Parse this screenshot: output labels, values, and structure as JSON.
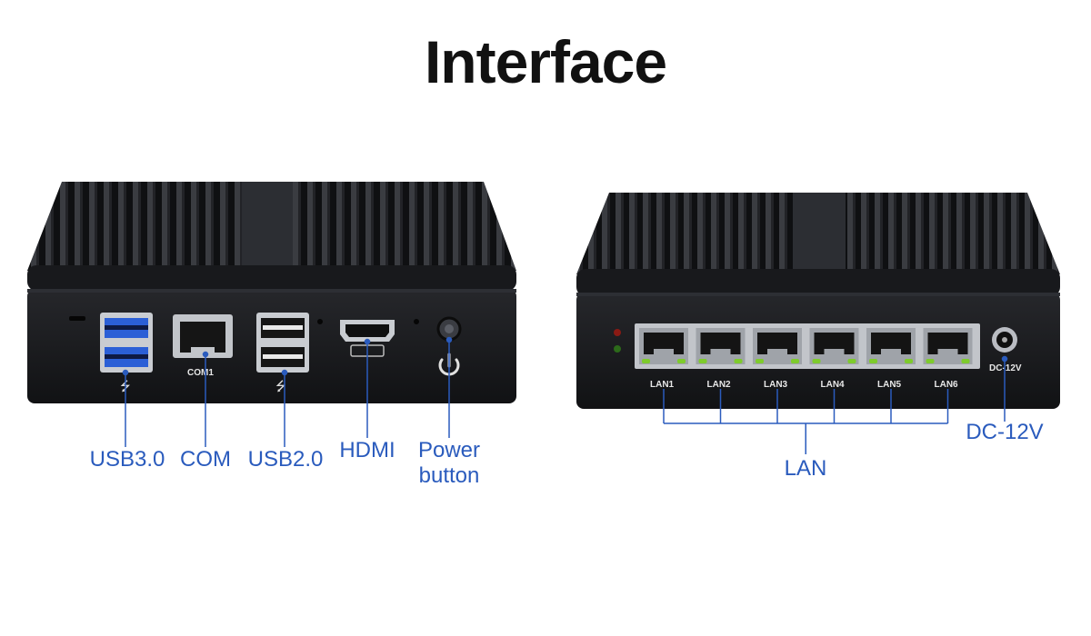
{
  "title": "Interface",
  "colors": {
    "accent": "#2a5bbd",
    "chassis": "#1c1d20",
    "usb3": "#2b5fd6",
    "led_green": "#7ecb2c",
    "led_red": "#8a1a14"
  },
  "front_panel": {
    "port_labels": {
      "com": "COM1"
    },
    "callouts": {
      "usb3": "USB3.0",
      "com": "COM",
      "usb2": "USB2.0",
      "hdmi": "HDMI",
      "power": [
        "Power",
        "button"
      ]
    }
  },
  "rear_panel": {
    "lan_ports": [
      "LAN1",
      "LAN2",
      "LAN3",
      "LAN4",
      "LAN5",
      "LAN6"
    ],
    "dc_label": "DC-12V",
    "callouts": {
      "lan": "LAN",
      "dc": "DC-12V"
    }
  }
}
